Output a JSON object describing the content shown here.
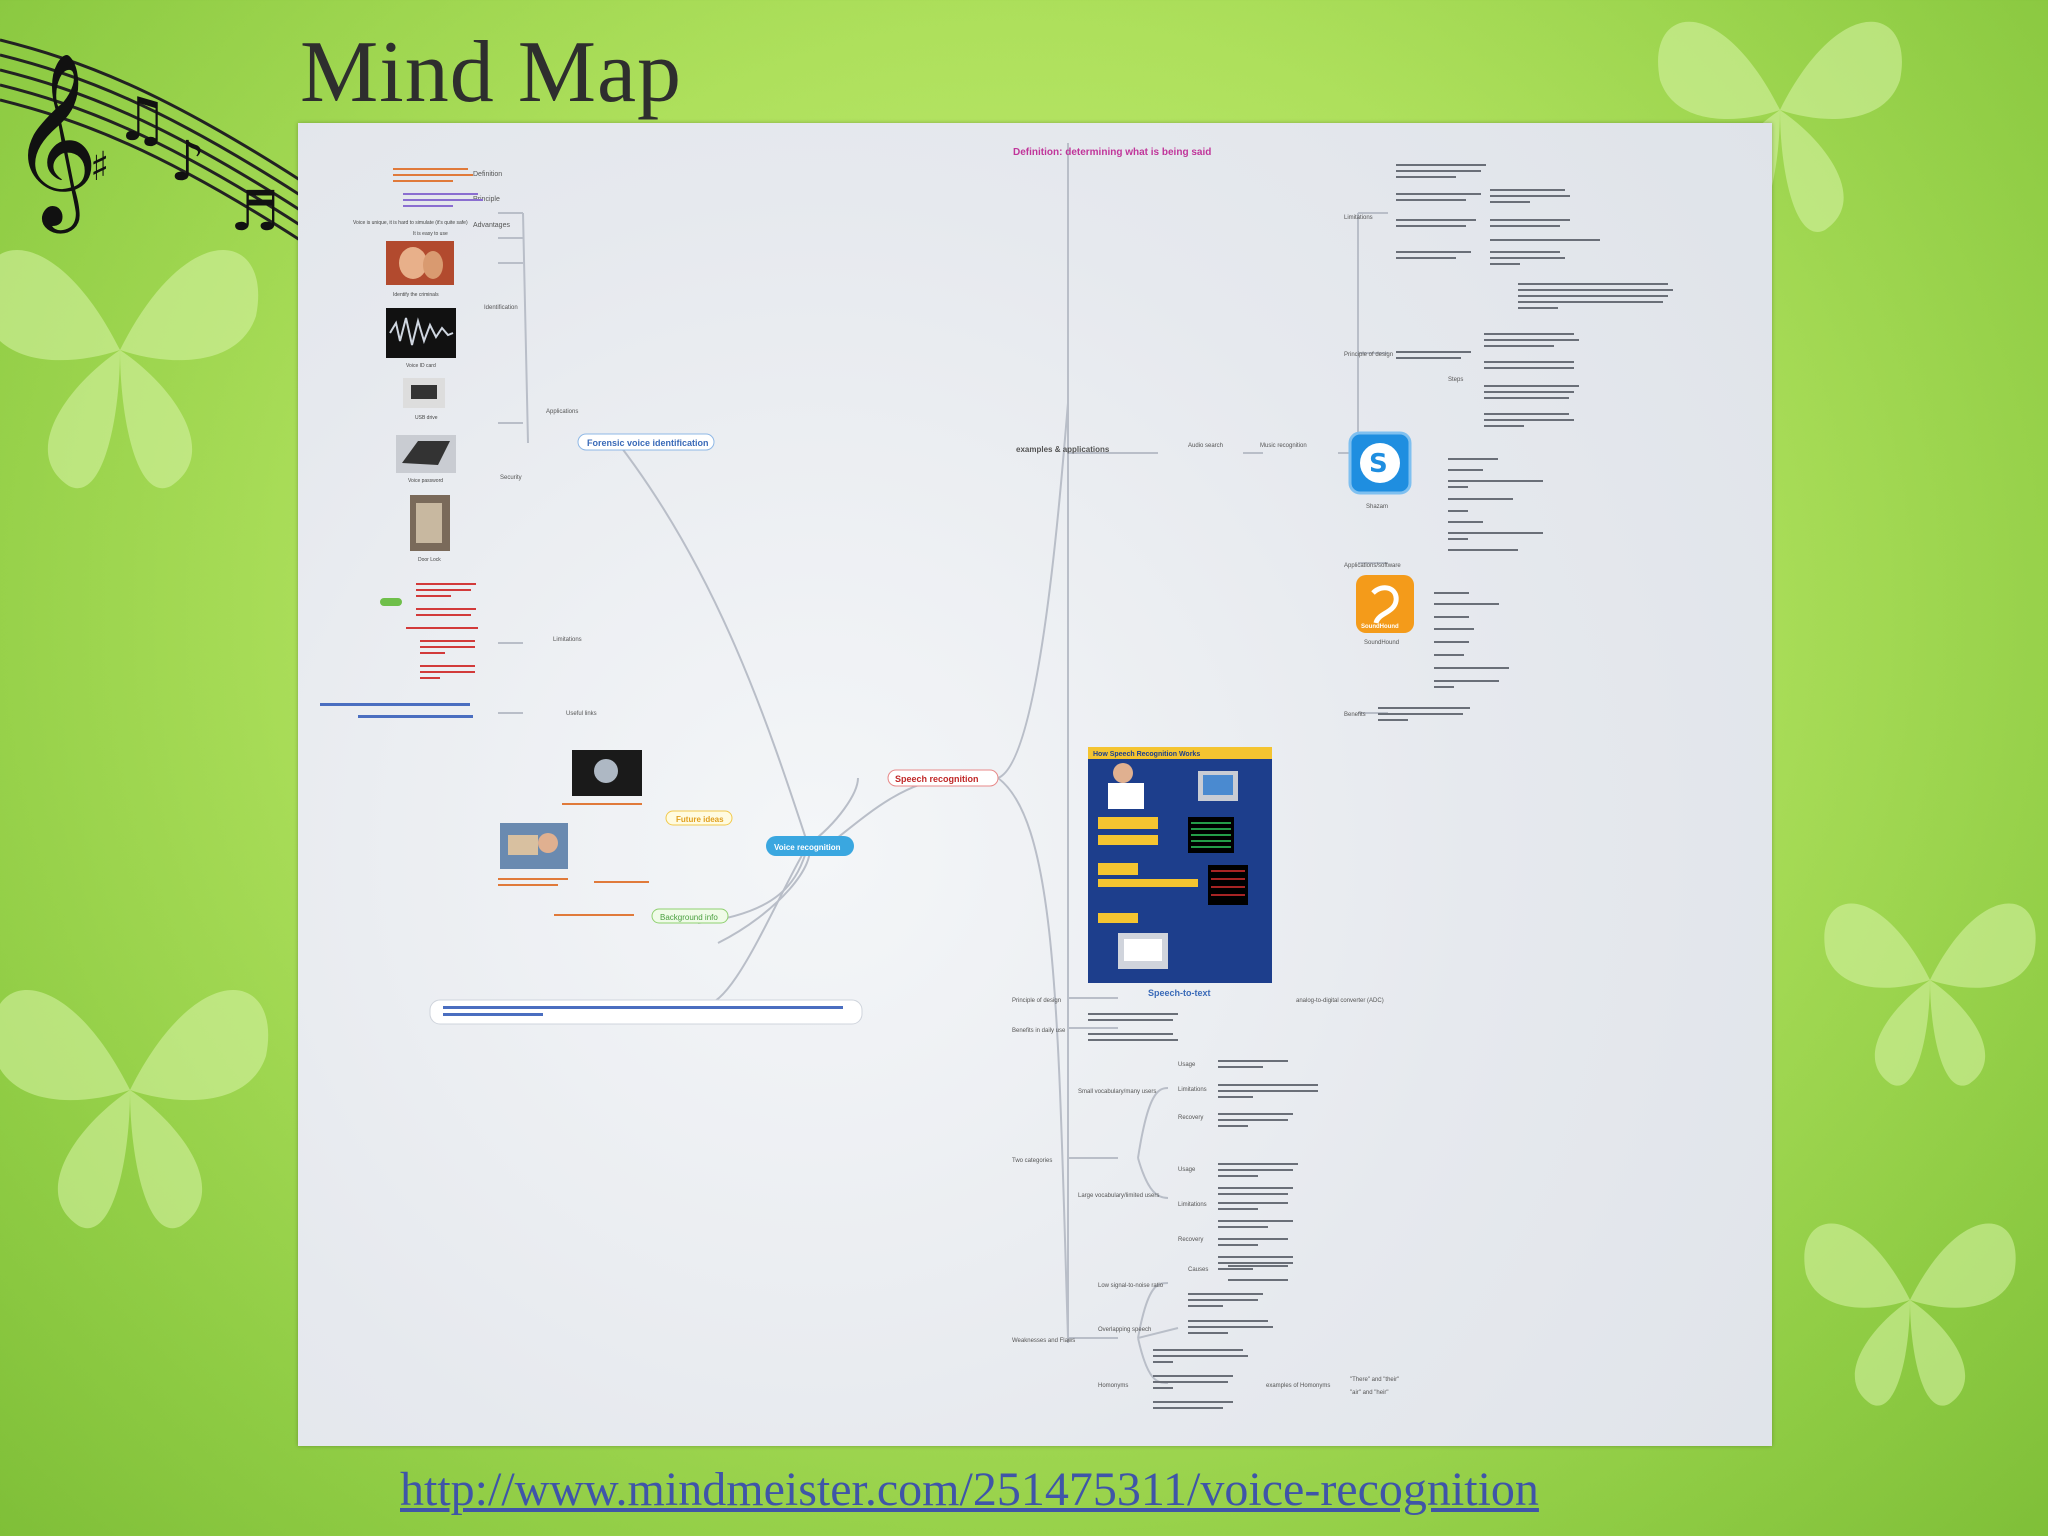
{
  "slide": {
    "title": "Mind Map",
    "source_link": "http://www.mindmeister.com/251475311/voice-recognition"
  },
  "colors": {
    "background": "#aee05c",
    "central_node": "#3aa7e0",
    "link": "#3f55a8"
  },
  "mindmap": {
    "central": "Voice recognition",
    "top_definition": "Definition: determining what is being said",
    "branches": {
      "forensic": {
        "label": "Forensic voice identification",
        "definition": "Definition",
        "principle": "Principle",
        "advantages": "Advantages",
        "adv_item_1": "Voice is unique, it is hard to simulate (it's quite safe)",
        "adv_item_2": "It is easy to use",
        "applications": "Applications",
        "identification": "Identification",
        "security": "Security",
        "limitations": "Limitations",
        "useful_links": "Useful links",
        "img_identify": "Identify the criminals",
        "img_voice_id": "Voice ID card",
        "img_usb": "USB drive",
        "img_password": "Voice password",
        "img_door": "Door Lock"
      },
      "future": {
        "label": "Future ideas"
      },
      "background_info": {
        "label": "Background info"
      },
      "speech": {
        "label": "Speech recognition",
        "examples": "examples & applications",
        "audio_search": "Audio search",
        "music_recognition": "Music recognition",
        "limitations": "Limitations",
        "principle_of_design": "Principle of design",
        "applications_software": "Applications/software",
        "benefits": "Benefits",
        "steps": "Steps",
        "shazam": "Shazam",
        "soundhound": "SoundHound",
        "soundhound_logo_text": "SoundHound",
        "speech_to_text": "Speech-to-text",
        "infographic_title": "How Speech Recognition Works",
        "principle_speech": "Principle of design",
        "benefits_speech": "Benefits in daily use",
        "two_categories": "Two categories",
        "weaknesses": "Weaknesses and Flaws",
        "small_vocab": "Small vocabulary/many users",
        "large_vocab": "Large vocabulary/limited users",
        "usage": "Usage",
        "limitations_2": "Limitations",
        "recovery": "Recovery",
        "low_snr": "Low signal-to-noise ratio",
        "overlapping": "Overlapping speech",
        "homonyms": "Homonyms",
        "causes": "Causes",
        "examples_homonyms": "examples of Homonyms",
        "there_their": "\"There\" and \"their\"",
        "air_heir": "\"air\" and \"heir\"",
        "asr": "analog-to-digital converter (ADC)"
      }
    }
  }
}
